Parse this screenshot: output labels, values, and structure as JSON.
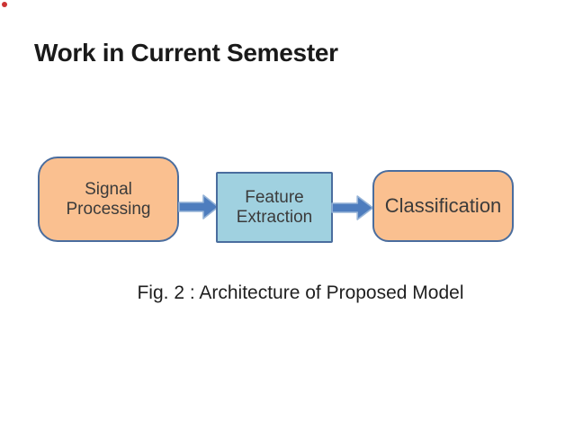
{
  "slide": {
    "title": "Work in Current Semester",
    "caption": "Fig. 2 : Architecture of Proposed Model"
  },
  "diagram": {
    "nodes": [
      {
        "id": "signal-processing",
        "label": "Signal Processing",
        "lines": [
          "Signal",
          "Processing"
        ],
        "shape": "rounded-rectangle",
        "fill": "#FAC090"
      },
      {
        "id": "feature-extraction",
        "label": "Feature Extraction",
        "lines": [
          "Feature",
          "Extraction"
        ],
        "shape": "rectangle",
        "fill": "#A0D1E0"
      },
      {
        "id": "classification",
        "label": "Classification",
        "lines": [
          "Classification"
        ],
        "shape": "rounded-rectangle",
        "fill": "#FAC090"
      }
    ],
    "connectors": [
      {
        "from": "signal-processing",
        "to": "feature-extraction",
        "type": "right-block-arrow"
      },
      {
        "from": "feature-extraction",
        "to": "classification",
        "type": "right-block-arrow"
      }
    ],
    "colors": {
      "node_border": "#4A6D9E",
      "node_text": "#3B3B3B",
      "arrow_fill": "#4E7DBE",
      "arrow_border": "#95B3D7",
      "orange_fill": "#FAC090",
      "blue_fill": "#A0D1E0",
      "title_text": "#1A1A1A",
      "background": "#FFFFFF"
    }
  }
}
